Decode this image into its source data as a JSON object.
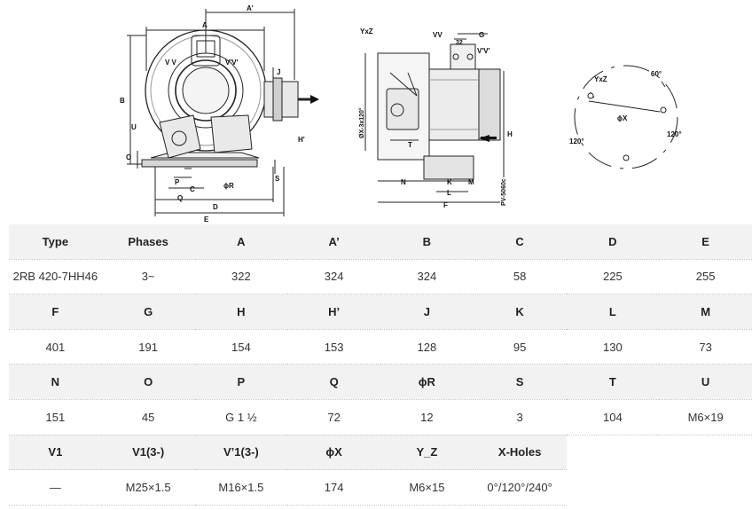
{
  "drawing_labels": {
    "front": {
      "A_prime": "A'",
      "A": "A",
      "B": "B",
      "VV_left": "V V",
      "VV_right": "V'V'",
      "J": "J",
      "H_prime": "H'",
      "U": "U",
      "O": "O",
      "P": "P",
      "C": "C",
      "Q": "Q",
      "phiR": "ϕR",
      "S": "S",
      "D": "D",
      "E": "E"
    },
    "side": {
      "YxZ": "YxZ",
      "VV": "VV",
      "dim_32": "32",
      "G": "G",
      "VpVp": "V'V'",
      "phiX_holes": "ØX-3x120°",
      "T": "T",
      "H": "H",
      "N": "N",
      "K": "K",
      "M": "M",
      "L": "L",
      "F": "F",
      "code": "PV-5060c"
    },
    "flange": {
      "YxZ": "YxZ",
      "deg60": "60°",
      "phiX": "ϕX",
      "deg120_left": "120°",
      "deg120_right": "120°"
    }
  },
  "table": {
    "rows": [
      {
        "kind": "hdr",
        "cells": [
          "Type",
          "Phases",
          "A",
          "A’",
          "B",
          "C",
          "D",
          "E"
        ]
      },
      {
        "kind": "val",
        "cells": [
          "2RB 420-7HH46",
          "3~",
          "322",
          "324",
          "324",
          "58",
          "225",
          "255"
        ]
      },
      {
        "kind": "hdr",
        "cells": [
          "F",
          "G",
          "H",
          "H’",
          "J",
          "K",
          "L",
          "M"
        ]
      },
      {
        "kind": "val",
        "cells": [
          "401",
          "191",
          "154",
          "153",
          "128",
          "95",
          "130",
          "73"
        ]
      },
      {
        "kind": "hdr",
        "cells": [
          "N",
          "O",
          "P",
          "Q",
          "ϕR",
          "S",
          "T",
          "U"
        ]
      },
      {
        "kind": "val",
        "cells": [
          "151",
          "45",
          "G 1 ½",
          "72",
          "12",
          "3",
          "104",
          "M6×19"
        ]
      },
      {
        "kind": "hdr",
        "cells": [
          "V1",
          "V1(3-)",
          "V’1(3-)",
          "ϕX",
          "Y_Z",
          "X-Holes",
          "",
          ""
        ]
      },
      {
        "kind": "val",
        "cells": [
          "—",
          "M25×1.5",
          "M16×1.5",
          "174",
          "M6×15",
          "0°/120°/240°",
          "",
          ""
        ]
      }
    ]
  }
}
